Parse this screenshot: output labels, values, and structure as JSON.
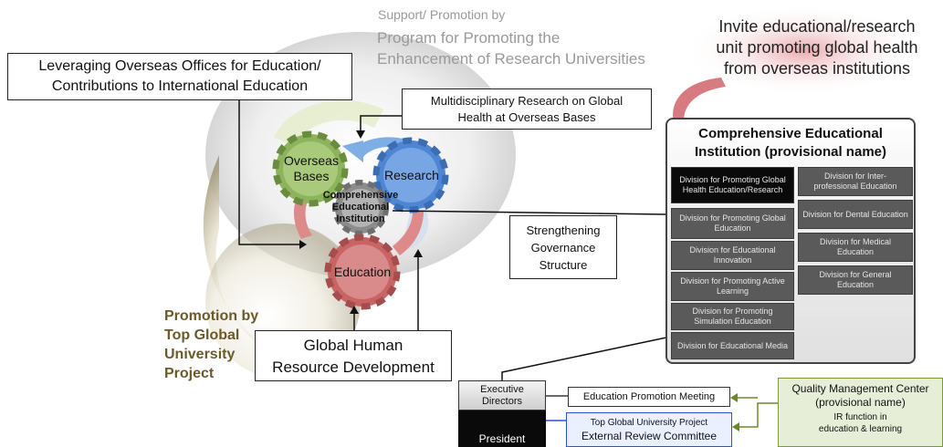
{
  "support_text": {
    "line1": "Support/ Promotion by",
    "line2": "Program for Promoting the",
    "line3": "Enhancement of Research Universities"
  },
  "invite_text": {
    "line1": "Invite educational/research",
    "line2": "unit promoting global health",
    "line3": "from overseas institutions"
  },
  "leveraging_box": {
    "line1": "Leveraging Overseas Offices for Education/",
    "line2": "Contributions to International Education"
  },
  "multidisciplinary_box": {
    "line1": "Multidisciplinary Research on Global",
    "line2": "Health at Overseas Bases"
  },
  "gears": {
    "overseas_line1": "Overseas",
    "overseas_line2": "Bases",
    "research": "Research",
    "center_line1": "Comprehensive",
    "center_line2": "Educational",
    "center_line3": "Institution",
    "education": "Education"
  },
  "governance_box": {
    "line1": "Strengthening",
    "line2": "Governance",
    "line3": "Structure"
  },
  "promotion_text": {
    "line1": "Promotion by",
    "line2": "Top Global",
    "line3": "University",
    "line4": "Project"
  },
  "global_hr_box": {
    "line1": "Global Human",
    "line2": "Resource Development"
  },
  "institution_panel": {
    "title_line1": "Comprehensive Educational",
    "title_line2": "Institution (provisional name)",
    "left_divisions": [
      "Division for Promoting Global Health Education/Research",
      "Division for Promoting Global Education",
      "Division for Educational Innovation",
      "Division for Promoting Active Learning",
      "Division for Promoting Simulation Education",
      "Division for Educational Media"
    ],
    "right_divisions": [
      "Division for Inter-professional Education",
      "Division for Dental Education",
      "Division for Medical Education",
      "Division for General Education"
    ]
  },
  "org": {
    "executive_line1": "Executive",
    "executive_line2": "Directors",
    "president": "President",
    "meeting": "Education Promotion Meeting",
    "review_line1": "Top Global University Project",
    "review_line2": "External Review Committee"
  },
  "quality_box": {
    "line1": "Quality Management Center",
    "line2": "(provisional name)",
    "line3": "IR function in",
    "line4": "education & learning"
  },
  "colors": {
    "green_gear": "#8db35c",
    "blue_gear": "#4f86d4",
    "red_gear": "#c86464",
    "gray_gear": "#8c8c8c",
    "promotion_text": "#6b5a2a",
    "support_text": "#9a9a9a",
    "cloud": "#e8b4b6",
    "quality_bg": "#e7eed8",
    "quality_border": "#7a9a3a"
  }
}
